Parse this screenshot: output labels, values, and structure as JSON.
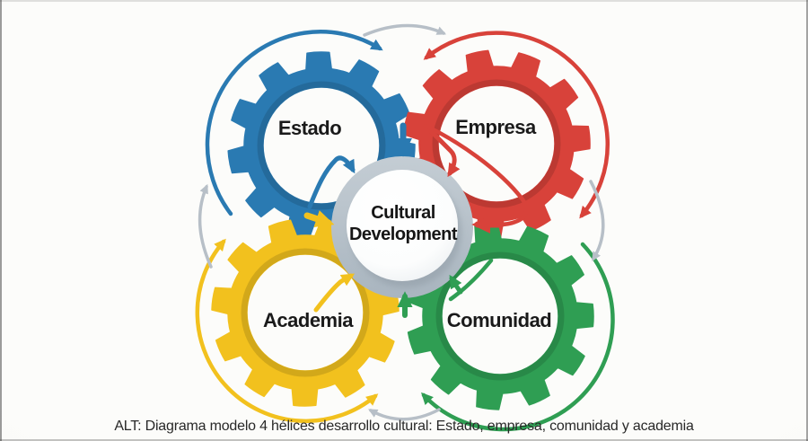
{
  "diagram": {
    "center": {
      "line1": "Cultural",
      "line2": "Development"
    },
    "gears": [
      {
        "label": "Estado",
        "color": "#2a7ab2"
      },
      {
        "label": "Empresa",
        "color": "#d8423a"
      },
      {
        "label": "Academia",
        "color": "#f2c11e"
      },
      {
        "label": "Comunidad",
        "color": "#2f9e53"
      }
    ],
    "palette": {
      "connector_gray": "#b7bfc7",
      "ring_gray": "#b2bec7",
      "disc_white": "#fdfdfd",
      "text_dark": "#1a1a1a"
    },
    "caption": "ALT: Diagrama modelo 4 hélices desarrollo cultural: Estado, empresa, comunidad y academia"
  }
}
